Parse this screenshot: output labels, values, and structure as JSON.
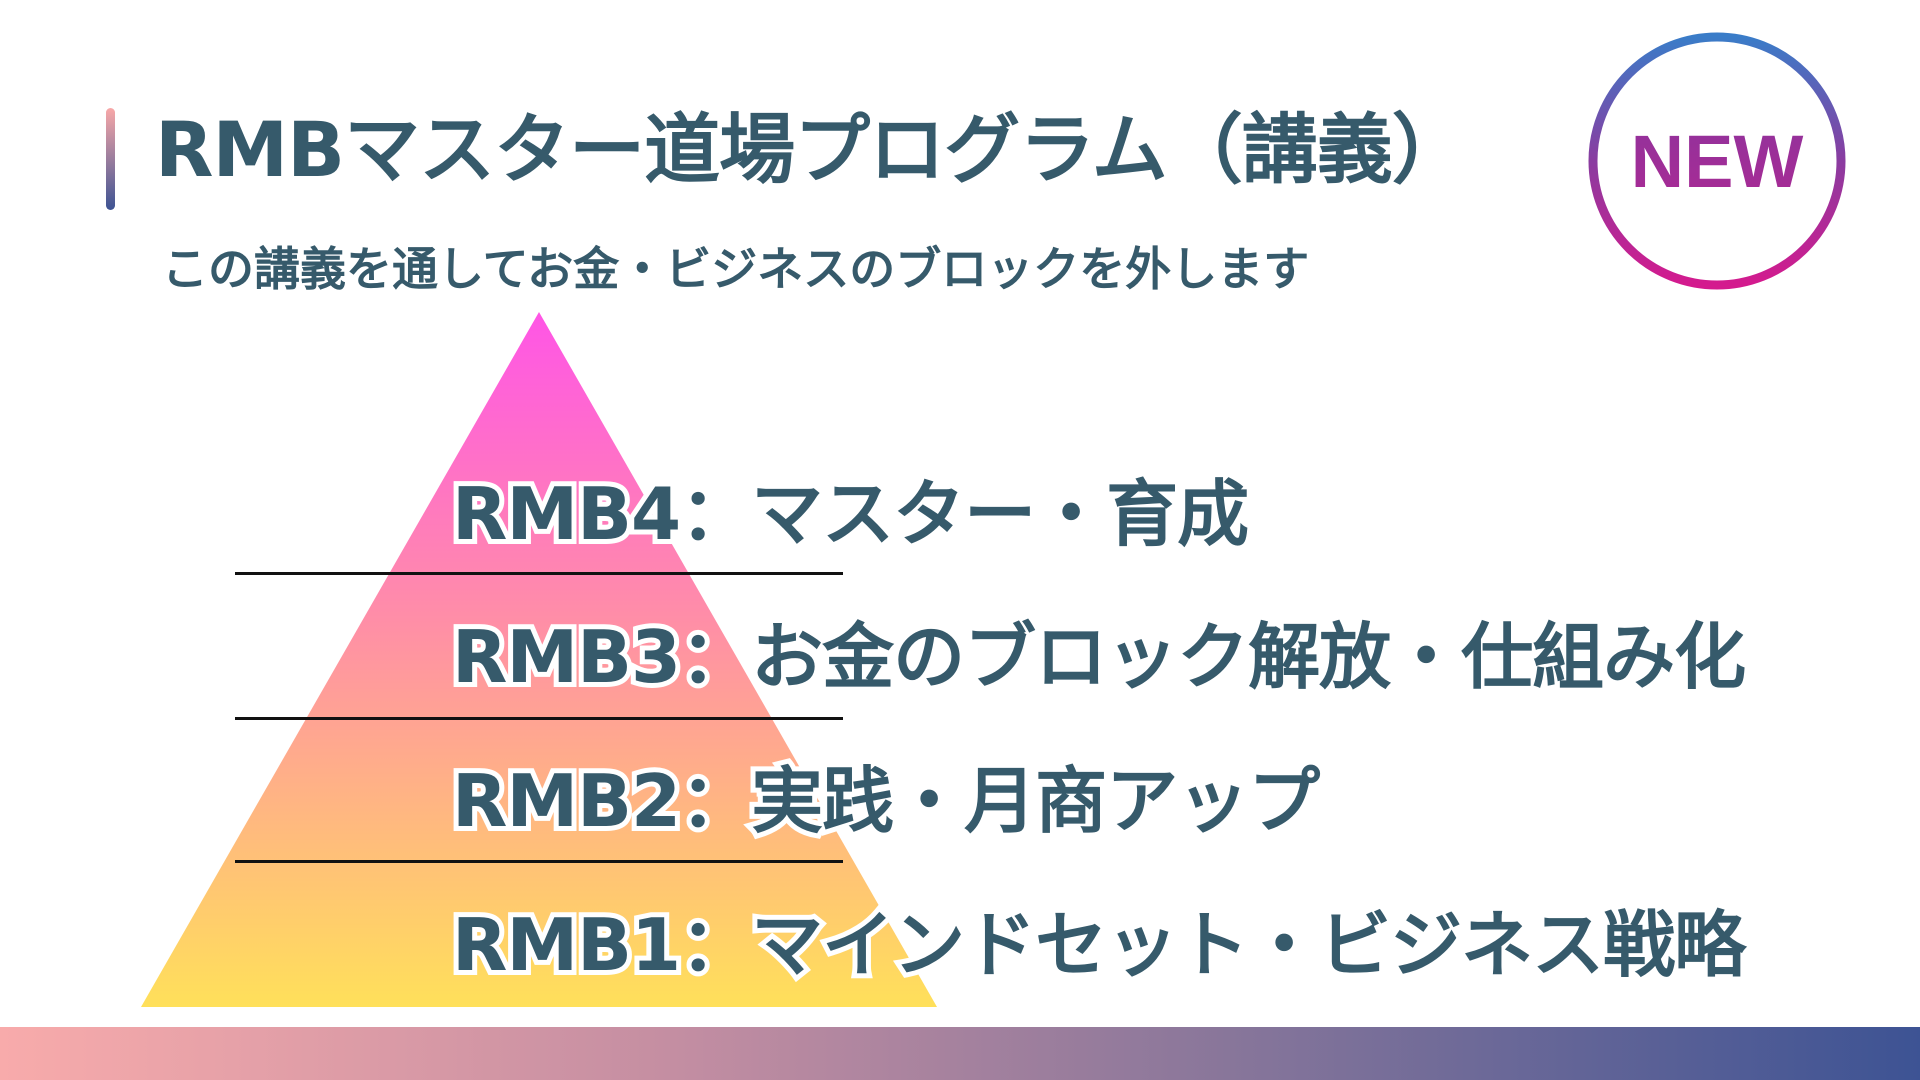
{
  "header": {
    "title": "RMBマスター道場プログラム（講義）",
    "subtitle": "この講義を通してお金・ビジネスのブロックを外します",
    "badge": "NEW"
  },
  "pyramid": {
    "levels": [
      {
        "label": "RMB4：マスター・育成"
      },
      {
        "label": "RMB3：お金のブロック解放・仕組み化"
      },
      {
        "label": "RMB2：実践・月商アップ"
      },
      {
        "label": "RMB1：マインドセット・ビジネス戦略"
      }
    ],
    "colors": {
      "top": "#ff55e6",
      "bottom": "#ffe05a"
    }
  },
  "colors": {
    "text": "#365a6b",
    "bar_start": "#f8abab",
    "bar_end": "#3d5394"
  }
}
